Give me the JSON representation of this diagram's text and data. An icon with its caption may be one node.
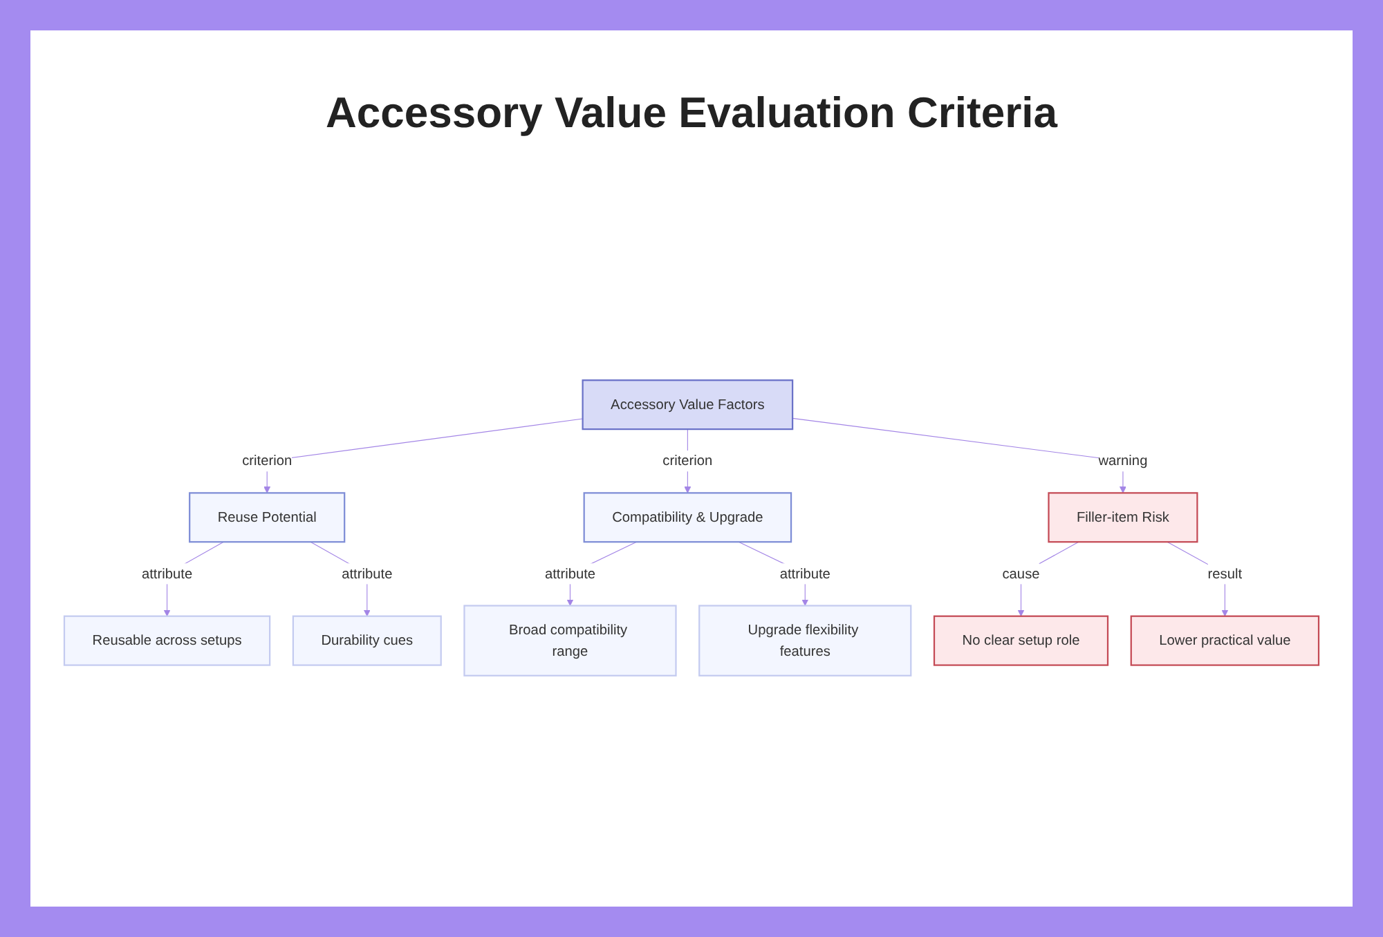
{
  "diagram": {
    "title": "Accessory Value Evaluation Criteria",
    "nodes": [
      {
        "text": [
          "Accessory Value Factors"
        ]
      },
      {
        "text": [
          "Reuse Potential"
        ]
      },
      {
        "text": [
          "Compatibility & Upgrade"
        ]
      },
      {
        "text": [
          "Filler-item Risk"
        ]
      },
      {
        "text": [
          "Reusable across setups"
        ]
      },
      {
        "text": [
          "Durability cues"
        ]
      },
      {
        "text": [
          "Broad compatibility range"
        ]
      },
      {
        "text": [
          "Upgrade flexibility features"
        ]
      },
      {
        "text": [
          "No clear setup role"
        ]
      },
      {
        "text": [
          "Lower practical value"
        ]
      }
    ],
    "edges": [
      {
        "from": 0,
        "to": 1,
        "arrow": "to",
        "label": "criterion"
      },
      {
        "from": 0,
        "to": 2,
        "arrow": "to",
        "label": "criterion"
      },
      {
        "from": 0,
        "to": 3,
        "arrow": "to",
        "label": "warning"
      },
      {
        "from": 1,
        "to": 4,
        "arrow": "to",
        "label": "attribute"
      },
      {
        "from": 1,
        "to": 5,
        "arrow": "to",
        "label": "attribute"
      },
      {
        "from": 2,
        "to": 6,
        "arrow": "to",
        "label": "attribute"
      },
      {
        "from": 2,
        "to": 7,
        "arrow": "to",
        "label": "attribute"
      },
      {
        "from": 3,
        "to": 8,
        "arrow": "to",
        "label": "cause"
      },
      {
        "from": 3,
        "to": 9,
        "arrow": "to",
        "label": "result"
      }
    ]
  }
}
